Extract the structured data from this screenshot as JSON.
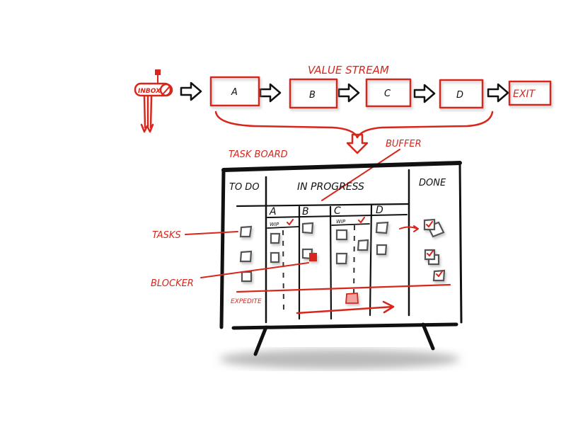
{
  "value_stream": {
    "title": "VALUE STREAM",
    "inbox": "INBOX",
    "stages": [
      "A",
      "B",
      "C",
      "D"
    ],
    "exit": "EXIT"
  },
  "task_board": {
    "title": "TASK BOARD",
    "columns": {
      "todo": "TO DO",
      "in_progress": "IN PROGRESS",
      "done": "DONE"
    },
    "sub_columns": [
      "A",
      "B",
      "C",
      "D"
    ],
    "wip_labels": [
      "WIP",
      "WIP"
    ],
    "callouts": {
      "buffer": "BUFFER",
      "tasks": "TASKS",
      "blocker": "BLOCKER",
      "expedite": "EXPEDITE"
    }
  },
  "colors": {
    "accent": "#d8261c",
    "ink": "#111111",
    "task_border": "#555555"
  }
}
